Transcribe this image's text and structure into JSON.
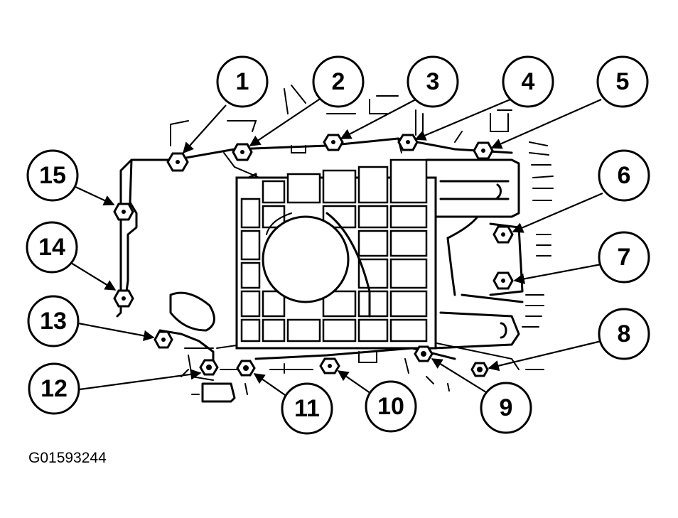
{
  "figure_id": "G01593244",
  "callouts": [
    {
      "label": "1"
    },
    {
      "label": "2"
    },
    {
      "label": "3"
    },
    {
      "label": "4"
    },
    {
      "label": "5"
    },
    {
      "label": "6"
    },
    {
      "label": "7"
    },
    {
      "label": "8"
    },
    {
      "label": "9"
    },
    {
      "label": "10"
    },
    {
      "label": "11"
    },
    {
      "label": "12"
    },
    {
      "label": "13"
    },
    {
      "label": "14"
    },
    {
      "label": "15"
    }
  ],
  "colors": {
    "ink": "#000000",
    "paper": "#ffffff"
  }
}
